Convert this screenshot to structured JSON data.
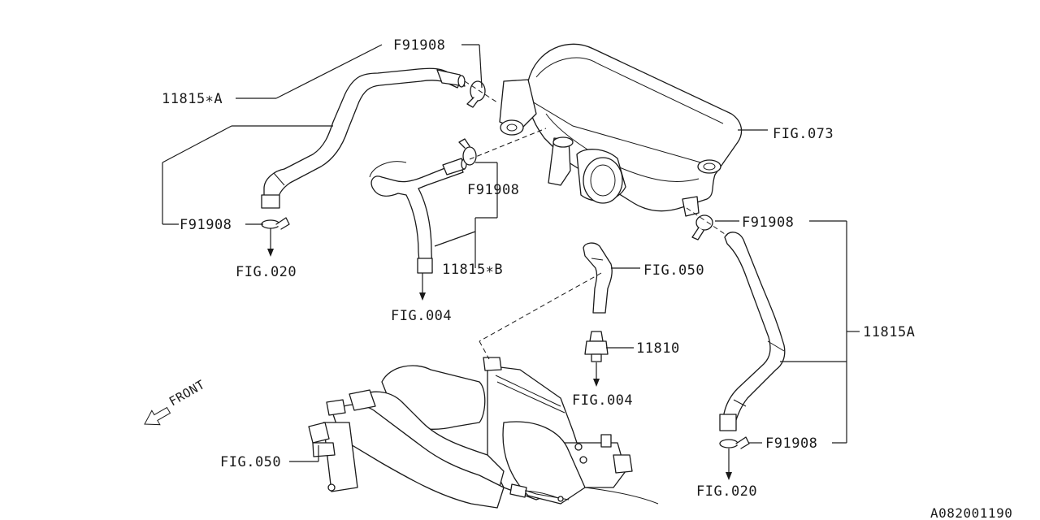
{
  "labels": {
    "clamp_top": "F91908",
    "hose_a_star": "11815∗A",
    "clamp_left": "F91908",
    "fig_020_left": "FIG.020",
    "clamp_mid": "F91908",
    "hose_b_star": "11815∗B",
    "fig_004_left": "FIG.004",
    "fig_073": "FIG.073",
    "clamp_right_top": "F91908",
    "fig_050_top": "FIG.050",
    "valve_11810": "11810",
    "fig_004_mid": "FIG.004",
    "hose_11815a": "11815A",
    "clamp_right_bottom": "F91908",
    "fig_020_right": "FIG.020",
    "fig_050_bottom": "FIG.050",
    "front": "FRONT",
    "drawing_number": "A082001190"
  }
}
